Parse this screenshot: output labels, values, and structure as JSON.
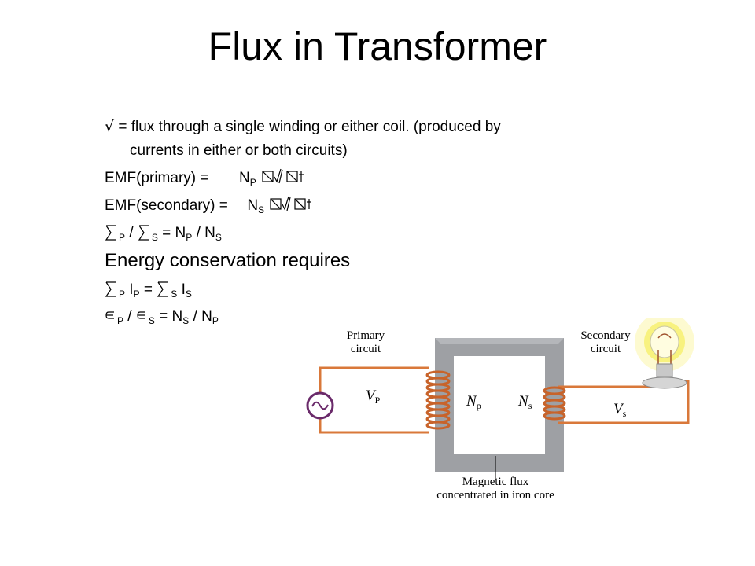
{
  "title": "Flux in Transformer",
  "bullets": {
    "flux_def_sym": "√",
    "flux_def_1": "= flux through a single winding or either coil. (produced by",
    "flux_def_2": "currents in either or both circuits)",
    "emf_primary": "EMF(primary) =",
    "emf_primary_n": "N",
    "emf_primary_sub": "P",
    "emf_secondary": "EMF(secondary) =",
    "emf_secondary_n": "N",
    "emf_secondary_sub": "S",
    "ratio_sub1": "P",
    "ratio_sub2": "S",
    "ratio_rhs": "= N",
    "ratio_rhs_sub1": "P",
    "ratio_rhs_mid": "/ N",
    "ratio_rhs_sub2": "S",
    "energy": "Energy conservation requires",
    "power_sub1": "P",
    "power_i1": "I",
    "power_i1_sub": "P",
    "power_eq": "=",
    "power_sub2": "S",
    "power_i2": "I",
    "power_i2_sub": "S",
    "current_sub1": "P",
    "current_sub2": "S",
    "current_rhs": "= N",
    "current_rhs_sub1": "S",
    "current_rhs_mid": "/ N",
    "current_rhs_sub2": "P",
    "slash": "/"
  },
  "diagram": {
    "primary_circuit": [
      "Primary",
      "circuit"
    ],
    "secondary_circuit": [
      "Secondary",
      "circuit"
    ],
    "vp": "V",
    "vp_sub": "P",
    "np": "N",
    "np_sub": "p",
    "ns": "N",
    "ns_sub": "s",
    "vs": "V",
    "vs_sub": "s",
    "flux_caption": [
      "Magnetic flux",
      "concentrated in iron core"
    ],
    "colors": {
      "wire": "#d9783a",
      "core": "#9ea0a4",
      "core_dark": "#7f8286",
      "source": "#6a2a6a",
      "bulb_glow": "#f6f06a"
    }
  }
}
